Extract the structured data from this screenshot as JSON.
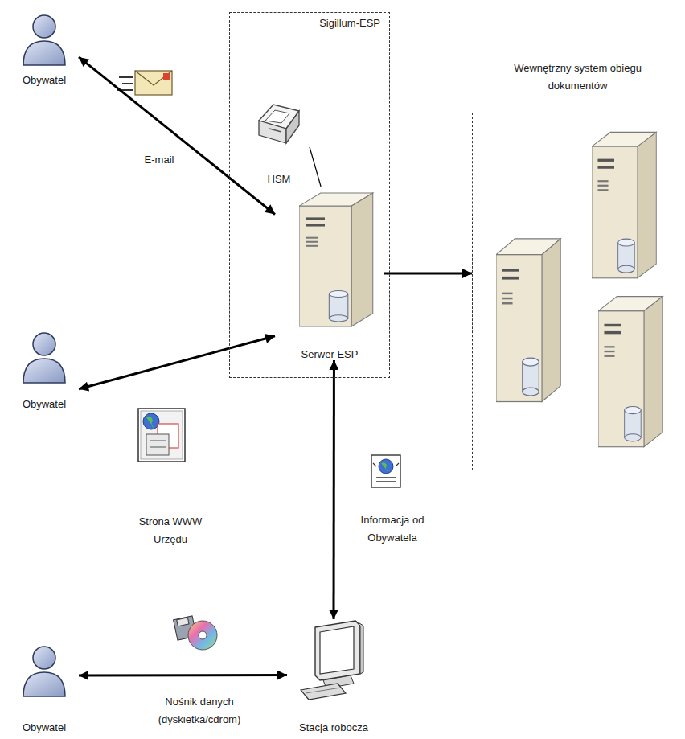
{
  "diagram": {
    "nodes": [
      {
        "text": [
          "Obywatel"
        ]
      },
      {
        "text": [
          "Sigillum-ESP"
        ]
      },
      {
        "text": [
          "HSM"
        ],
        "in": 1
      },
      {
        "text": [
          "Serwer ESP"
        ],
        "in": 1
      },
      {
        "text": [
          "Wewnętrzny system obiegu dokumentów"
        ]
      },
      {
        "text": [
          "Obywatel"
        ]
      },
      {
        "text": [
          "Obywatel"
        ]
      },
      {
        "text": [
          "Stacja robocza"
        ]
      }
    ],
    "edges": [
      {
        "from": 0,
        "to": 3,
        "label": "E-mail",
        "arrow": "both"
      },
      {
        "from": 5,
        "to": 3,
        "label": "Strona WWW Urzędu",
        "arrow": "both"
      },
      {
        "from": 3,
        "to": 4,
        "arrow": "to"
      },
      {
        "from": 3,
        "to": 7,
        "label": "Informacja od Obywatela",
        "arrow": "both"
      },
      {
        "from": 6,
        "to": 7,
        "label": "Nośnik danych (dyskietka/cdrom)",
        "arrow": "both"
      },
      {
        "from": 2,
        "to": 3,
        "arrow": "none"
      }
    ]
  }
}
